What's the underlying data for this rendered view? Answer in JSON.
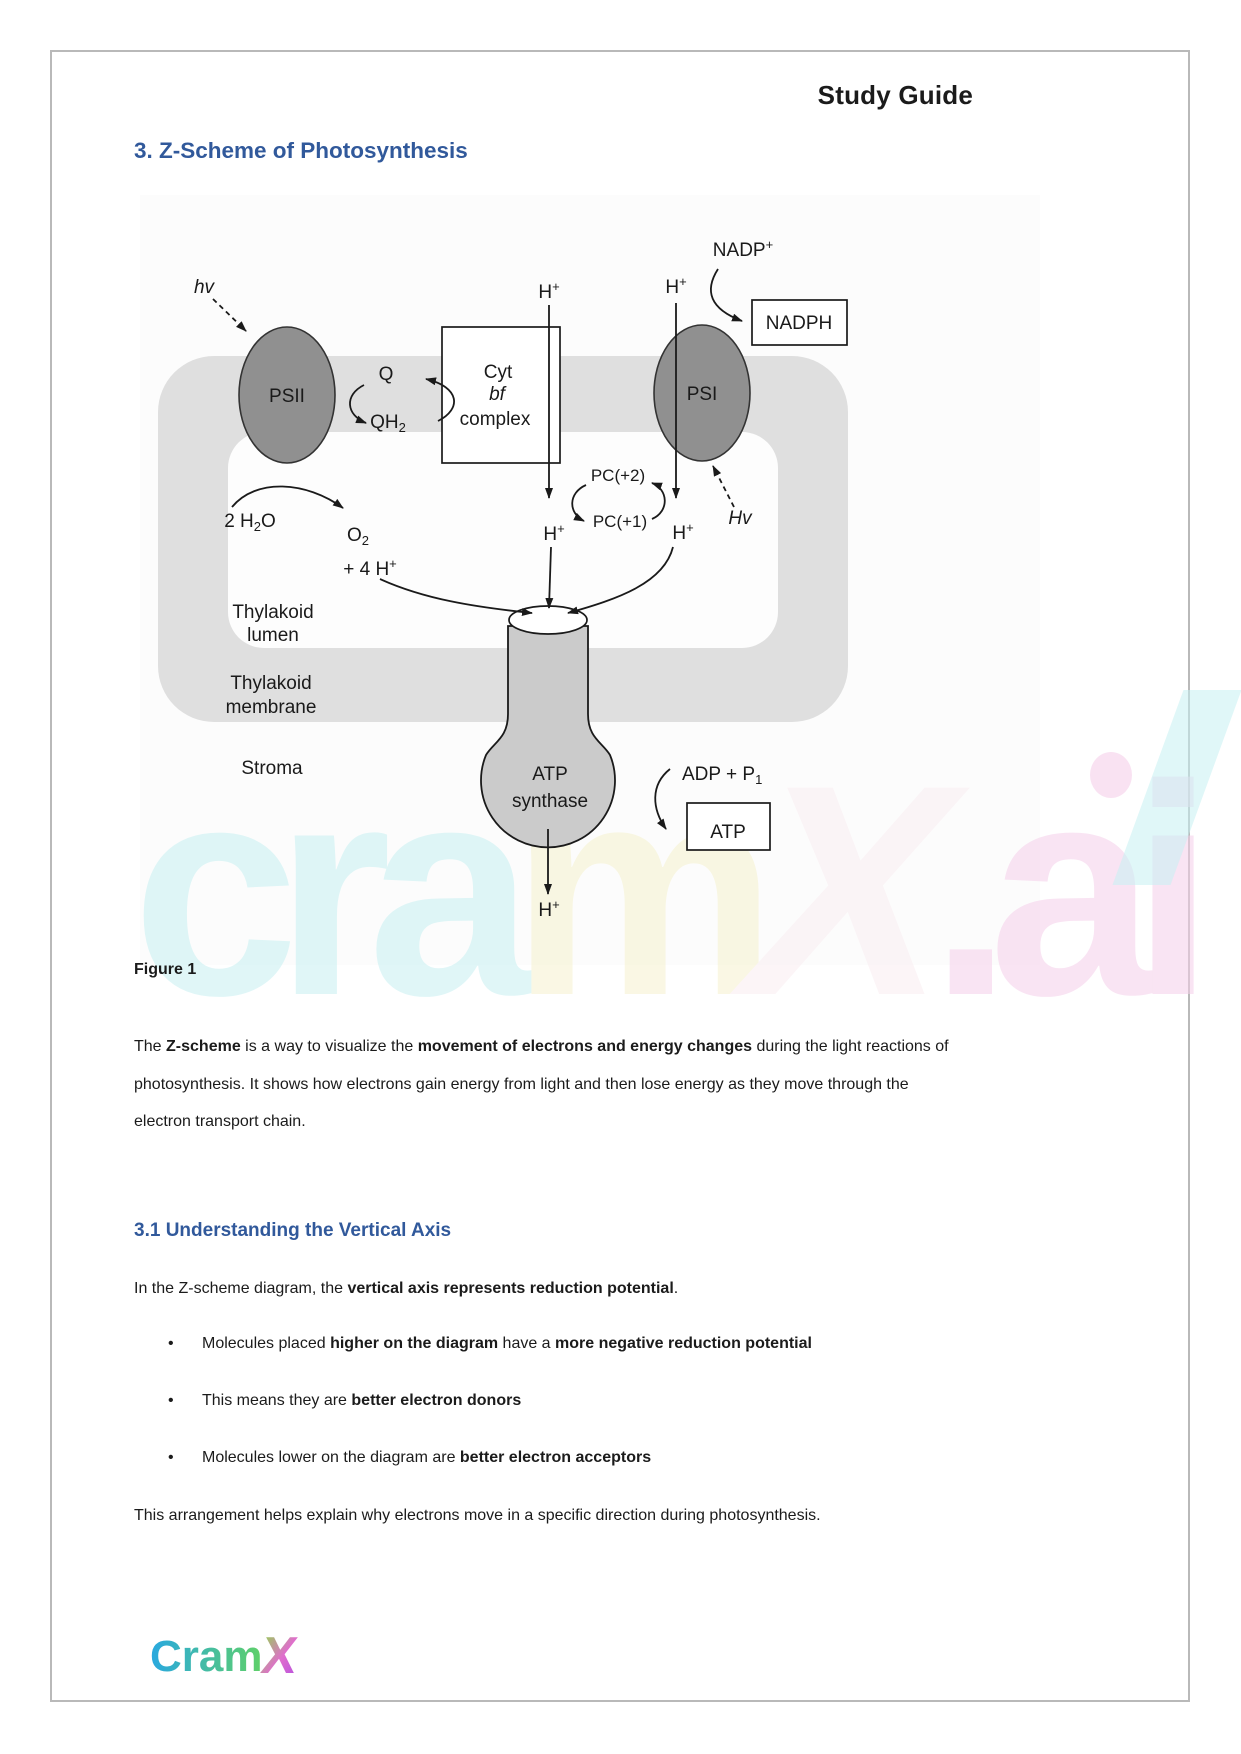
{
  "page": {
    "header": "Study Guide",
    "section_title": "3. Z-Scheme of Photosynthesis",
    "figure_caption": "Figure 1",
    "subsection_title": "3.1 Understanding the Vertical Axis"
  },
  "paragraph1": {
    "p0": "The ",
    "p1": "Z-scheme",
    "p2": " is a way to visualize the ",
    "p3": "movement of electrons and energy changes",
    "p4": " during the light reactions of photosynthesis. It shows how electrons gain energy from light and then lose energy as they move through the electron transport chain."
  },
  "paragraph2": {
    "p0": "In the Z-scheme diagram, the ",
    "p1": "vertical axis represents reduction potential",
    "p2": "."
  },
  "bullets": {
    "marker": "•",
    "b1": {
      "p0": "Molecules placed ",
      "p1": "higher on the diagram",
      "p2": " have a ",
      "p3": "more negative reduction potential"
    },
    "b2": {
      "p0": "This means they are ",
      "p1": "better electron donors"
    },
    "b3": {
      "p0": "Molecules lower on the diagram are ",
      "p1": "better electron acceptors"
    }
  },
  "closing": "This arrangement helps explain why electrons move in a specific direction during photosynthesis.",
  "diagram": {
    "hv_left": "hv",
    "hv_right": "Hv",
    "h_ion": {
      "base": "H",
      "sup": "+"
    },
    "nadp": {
      "base": "NADP",
      "sup": "+"
    },
    "nadph": "NADPH",
    "psii": "PSII",
    "psi": "PSI",
    "q": "Q",
    "qh2": {
      "base": "QH",
      "sub": "2"
    },
    "cyt": {
      "l1": "Cyt",
      "l2": "bf",
      "l3": "complex"
    },
    "pc2": "PC(+2)",
    "pc1": "PC(+1)",
    "water": {
      "pre": "2 H",
      "sub": "2",
      "post": "O"
    },
    "o2": {
      "base": "O",
      "sub": "2"
    },
    "four_h": {
      "pre": "+ 4 H",
      "sup": "+"
    },
    "thylakoid_lumen": {
      "l1": "Thylakoid",
      "l2": "lumen"
    },
    "thylakoid_membrane": {
      "l1": "Thylakoid",
      "l2": "membrane"
    },
    "stroma": "Stroma",
    "atp_synthase": {
      "l1": "ATP",
      "l2": "synthase"
    },
    "adp": {
      "pre": "ADP + P",
      "sub": "1"
    },
    "atp": "ATP"
  },
  "watermark": {
    "p0": "cra",
    "p1": "m",
    "p2": "X",
    "p3": ".ai"
  },
  "logo": {
    "word": "Cram",
    "x": "X"
  },
  "colors": {
    "heading_blue": "#31599B",
    "text_black": "#1B1B1B",
    "page_border": "#B9B9B9",
    "membrane_gray": "#DFDFDF",
    "protein_gray": "#909090",
    "synthase_gray": "#CBCBCB",
    "diagram_ink": "#1A1A1A",
    "watermark_cyan": "#C7F0F2",
    "watermark_yellow": "#F6F2CE",
    "watermark_white": "#FAEEF2",
    "watermark_pink": "#F5CFEA",
    "logo_blue": "#29A8E0",
    "logo_green": "#5FD068",
    "logo_lime": "#8FD94B",
    "logo_pink": "#E06ECD",
    "logo_purple": "#B44FE0"
  }
}
